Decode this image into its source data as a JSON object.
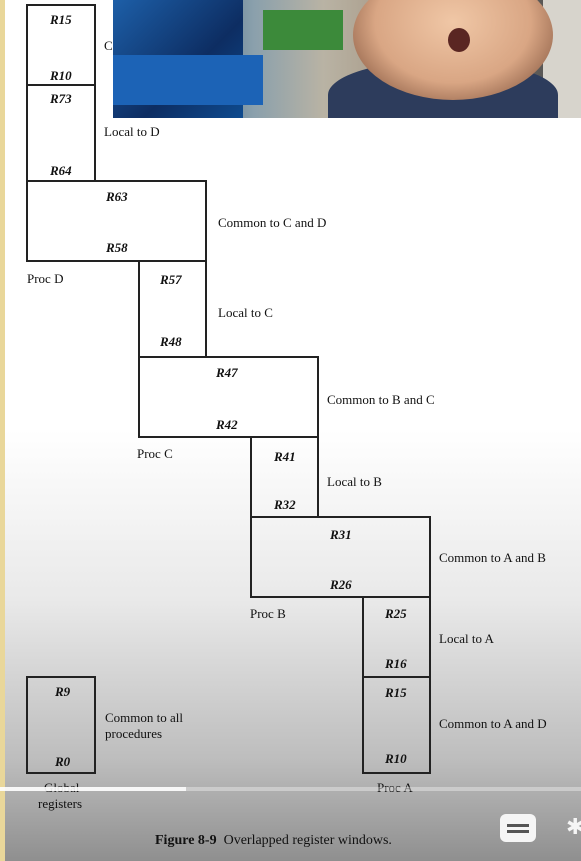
{
  "registers": {
    "r15_top": "R15",
    "r10_top": "R10",
    "r73": "R73",
    "r64": "R64",
    "r63": "R63",
    "r58": "R58",
    "r57": "R57",
    "r48": "R48",
    "r47": "R47",
    "r42": "R42",
    "r41": "R41",
    "r32": "R32",
    "r31": "R31",
    "r26": "R26",
    "r25": "R25",
    "r16": "R16",
    "r15_bot": "R15",
    "r10_bot": "R10",
    "r9": "R9",
    "r0": "R0"
  },
  "labels": {
    "cut_c": "C",
    "local_d": "Local to D",
    "common_cd": "Common to C and D",
    "proc_d": "Proc D",
    "local_c": "Local to C",
    "common_bc": "Common to B and C",
    "proc_c": "Proc C",
    "local_b": "Local to B",
    "common_ab": "Common to A and B",
    "proc_b": "Proc B",
    "local_a": "Local to A",
    "common_ad": "Common to A and D",
    "proc_a": "Proc A",
    "common_all_1": "Common to all",
    "common_all_2": "procedures",
    "global_1": "Global",
    "global_2": "registers"
  },
  "caption": {
    "number": "Figure 8-9",
    "text": "Overlapped register windows."
  },
  "player": {
    "progress_fraction": 0.32,
    "captions_icon": "closed-captions-icon",
    "settings_icon": "gear-icon"
  }
}
